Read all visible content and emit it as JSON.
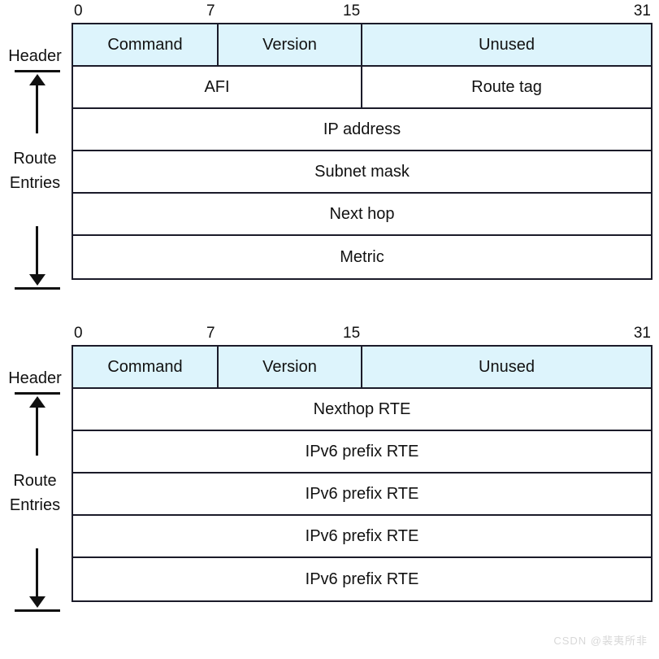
{
  "figures": [
    {
      "id": "ripv2-packet-format",
      "bit_ruler": {
        "ticks": [
          "0",
          "7",
          "15",
          "31"
        ]
      },
      "side_labels": {
        "header": "Header",
        "route_entries": "Route\nEntries"
      },
      "header_label": "Header",
      "route_label_line1": "Route",
      "route_label_line2": "Entries",
      "rows": [
        {
          "type": "header",
          "cells": [
            "Command",
            "Version",
            "Unused"
          ]
        },
        {
          "type": "split",
          "cells": [
            "AFI",
            "Route tag"
          ]
        },
        {
          "type": "full",
          "cells": [
            "IP address"
          ]
        },
        {
          "type": "full",
          "cells": [
            "Subnet mask"
          ]
        },
        {
          "type": "full",
          "cells": [
            "Next hop"
          ]
        },
        {
          "type": "full",
          "cells": [
            "Metric"
          ]
        }
      ]
    },
    {
      "id": "ripng-packet-format",
      "bit_ruler": {
        "ticks": [
          "0",
          "7",
          "15",
          "31"
        ]
      },
      "side_labels": {
        "header": "Header",
        "route_entries": "Route\nEntries"
      },
      "header_label": "Header",
      "route_label_line1": "Route",
      "route_label_line2": "Entries",
      "rows": [
        {
          "type": "header",
          "cells": [
            "Command",
            "Version",
            "Unused"
          ]
        },
        {
          "type": "full",
          "cells": [
            "Nexthop RTE"
          ]
        },
        {
          "type": "full",
          "cells": [
            "IPv6 prefix RTE"
          ]
        },
        {
          "type": "full",
          "cells": [
            "IPv6 prefix RTE"
          ]
        },
        {
          "type": "full",
          "cells": [
            "IPv6 prefix RTE"
          ]
        },
        {
          "type": "full",
          "cells": [
            "IPv6 prefix RTE"
          ]
        }
      ]
    }
  ],
  "watermark": "CSDN @裴夷所非",
  "colors": {
    "header_fill": "#ddf4fc",
    "border": "#1b1b29",
    "text": "#111111",
    "watermark": "#d8d8d8"
  }
}
